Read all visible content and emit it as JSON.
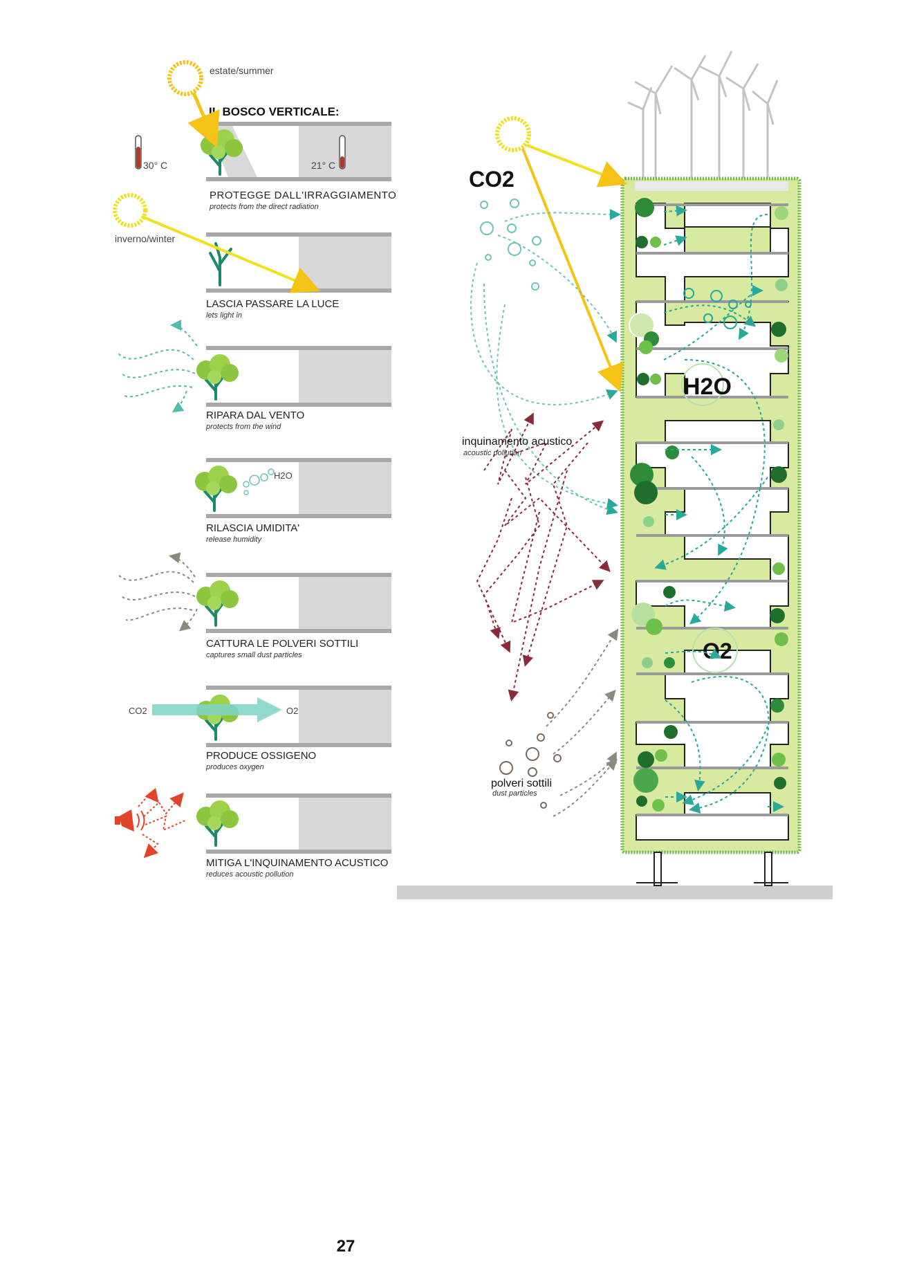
{
  "diagram": {
    "title": "IL BOSCO VERTICALE:",
    "season_summer": "estate/summer",
    "season_winter": "inverno/winter",
    "temp_outside": "30° C",
    "temp_inside": "21° C",
    "h2o_small": "H2O",
    "co2_small": "CO2",
    "o2_small": "O2",
    "benefits": [
      {
        "title": "PROTEGGE DALL'IRRAGGIAMENTO",
        "subtitle": "protects from the direct radiation"
      },
      {
        "title": "LASCIA PASSARE LA LUCE",
        "subtitle": "lets light in"
      },
      {
        "title": "RIPARA  DAL VENTO",
        "subtitle": "protects from the wind"
      },
      {
        "title": "RILASCIA UMIDITA'",
        "subtitle": "release humidity"
      },
      {
        "title": "CATTURA LE POLVERI SOTTILI",
        "subtitle": "captures small dust particles"
      },
      {
        "title": "PRODUCE OSSIGENO",
        "subtitle": "produces oxygen"
      },
      {
        "title": "MITIGA L'INQUINAMENTO ACUSTICO",
        "subtitle": "reduces acoustic pollution"
      }
    ],
    "tower": {
      "co2": "CO2",
      "h2o": "H2O",
      "o2": "O2",
      "acoustic_title": "inquinamento acustico",
      "acoustic_subtitle": "acoustic pollution",
      "dust_title": "polveri sottili",
      "dust_subtitle": "dust particles"
    },
    "page_number": "27"
  },
  "colors": {
    "sun": "#f5c316",
    "sun_ray": "#f0e020",
    "foliage": "#8cc63f",
    "trunk": "#1a8a6a",
    "slab": "#a8a8a8",
    "interior": "#d8d8d8",
    "terrace": "#d8eaa0",
    "flow_teal": "#22a89a",
    "noise": "#8b2a3a",
    "alarm": "#e0452a"
  }
}
